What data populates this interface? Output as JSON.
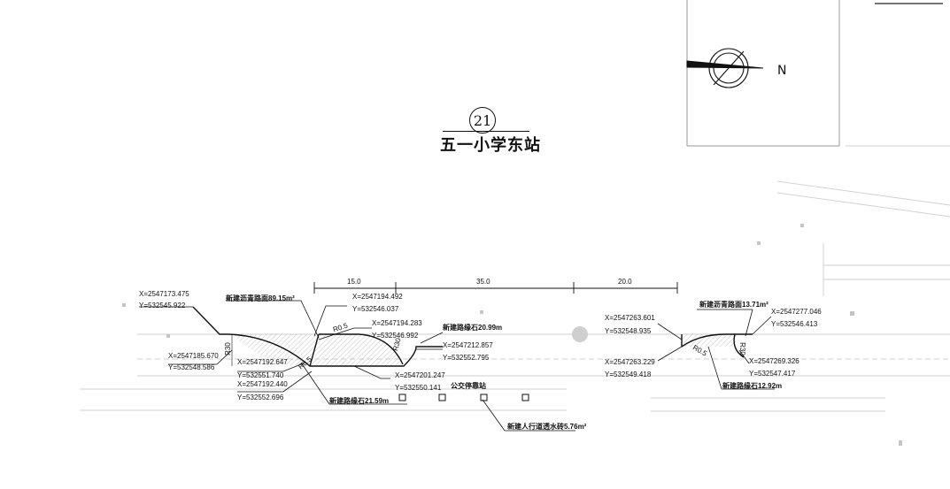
{
  "station": {
    "number": "21",
    "name": "五一小学东站"
  },
  "north_label": "N",
  "dimensions": [
    "15.0",
    "35.0",
    "20.0"
  ],
  "coordinates": [
    {
      "x": "X=2547173.475",
      "y": "Y=532545.922"
    },
    {
      "x": "X=2547185.670",
      "y": "Y=532548.586"
    },
    {
      "x": "X=2547192.647",
      "y": "Y=532551.740"
    },
    {
      "x": "X=2547192.440",
      "y": "Y=532552.696"
    },
    {
      "x": "X=2547194.492",
      "y": "Y=532546.037"
    },
    {
      "x": "X=2547194.283",
      "y": "Y=532546.992"
    },
    {
      "x": "X=2547201.247",
      "y": "Y=532550.141"
    },
    {
      "x": "X=2547212.857",
      "y": "Y=532552.795"
    },
    {
      "x": "X=2547263.601",
      "y": "Y=532548.935"
    },
    {
      "x": "X=2547263.229",
      "y": "Y=532549.418"
    },
    {
      "x": "X=2547277.046",
      "y": "Y=532546.413"
    },
    {
      "x": "X=2547269.326",
      "y": "Y=532547.417"
    }
  ],
  "radii": [
    "R30",
    "R0.5",
    "R30",
    "R0.5",
    "R0.5",
    "R30"
  ],
  "notes": {
    "asphalt_left": "新建沥青路面89.15m²",
    "curb_top": "新建路缘石20.99m",
    "curb_bottom": "新建路缘石21.59m",
    "bus_stop": "公交停靠站",
    "sidewalk_drain": "新建人行道透水砖5.76m²",
    "asphalt_right": "新建沥青路面13.71m²",
    "curb_right": "新建路缘石12.92m"
  }
}
